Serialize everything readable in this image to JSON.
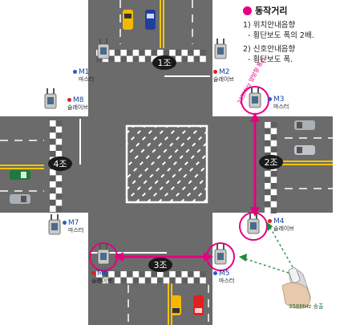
{
  "legend": {
    "title": "동작거리",
    "color": "#e6007e"
  },
  "notes": [
    {
      "head": "1) 위치안내음향",
      "sub": "- 횡단보도 폭의 2배."
    },
    {
      "head": "2) 신호안내음향",
      "sub": "- 횡단보도 폭."
    }
  ],
  "crosswalks": [
    {
      "id": "1",
      "label": "1조"
    },
    {
      "id": "2",
      "label": "2조"
    },
    {
      "id": "3",
      "label": "3조"
    },
    {
      "id": "4",
      "label": "4조"
    }
  ],
  "devices": [
    {
      "id": "M1",
      "name": "M1",
      "role": "마스터",
      "dot_color": "#1f5fd0"
    },
    {
      "id": "M2",
      "name": "M2",
      "role": "슬레이브",
      "dot_color": "#e02020"
    },
    {
      "id": "M3",
      "name": "M3",
      "role": "마스터",
      "dot_color": "#1f5fd0"
    },
    {
      "id": "M4",
      "name": "M4",
      "role": "슬레이브",
      "dot_color": "#e02020"
    },
    {
      "id": "M5",
      "name": "M5",
      "role": "마스터",
      "dot_color": "#1f5fd0"
    },
    {
      "id": "M6",
      "name": "M6",
      "role": "슬레이브",
      "dot_color": "#e02020"
    },
    {
      "id": "M7",
      "name": "M7",
      "role": "마스터",
      "dot_color": "#1f5fd0"
    },
    {
      "id": "M8",
      "name": "M8",
      "role": "슬레이브",
      "dot_color": "#e02020"
    }
  ],
  "link_label": "235MHz 양방향 통신",
  "remote_label": "358MHz 송출",
  "colors": {
    "road": "#6b6b6b",
    "lane": "#ffffff",
    "center_line": "#f5c400",
    "highlight": "#e6007e",
    "signal_arrow": "#1e8a3a"
  }
}
